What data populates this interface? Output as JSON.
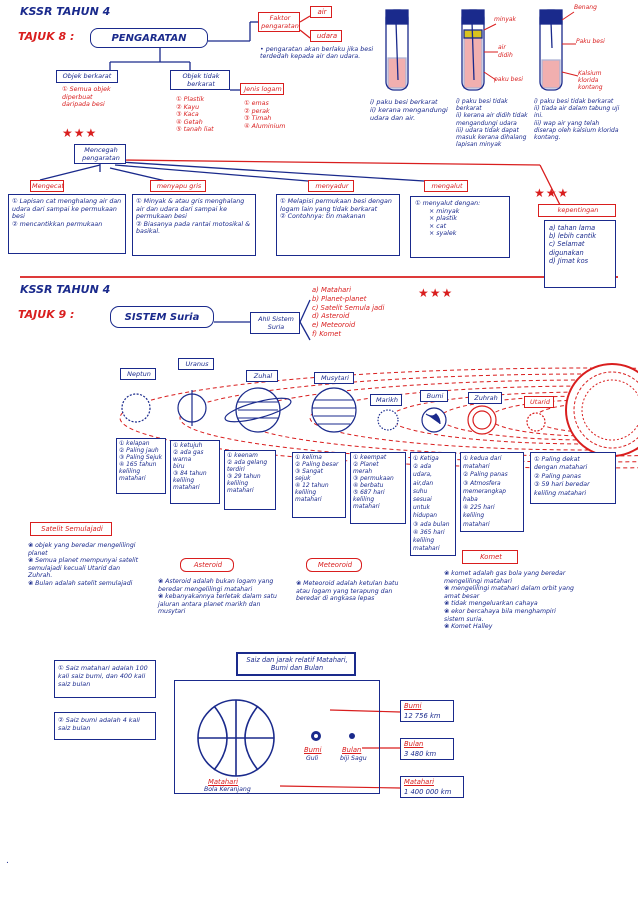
{
  "colors": {
    "ink_blue": "#1a2a8c",
    "ink_red": "#d91e1e",
    "ink_yellow": "#d9c31e",
    "paper": "#ffffff"
  },
  "s1": {
    "header": "KSSR TAHUN 4",
    "tajuk_label": "TAJUK 8 :",
    "topic": "PENGARATAN",
    "faktor": "Faktor pengaratan",
    "air": "air",
    "udara": "udara",
    "faktor_note": "• pengaratan akan berlaku jika besi terdedah kepada air dan udara.",
    "tubes": [
      {
        "tags": [],
        "caption": "i) paku besi berkarat\nii) kerana mengandungi udara dan air."
      },
      {
        "tags": [
          "minyak",
          "air",
          "didih",
          "paku besi"
        ],
        "caption": "i) paku besi tidak berkarat\nii) kerana air didih tidak mengandungi udara\niii) udara tidak dapat masuk kerana dihalang lapisan minyak"
      },
      {
        "tags": [
          "Benang",
          "Paku besi",
          "Kalsium klorida kontang"
        ],
        "caption": "i) paku besi tidak berkarat\nii) tiada air dalam tabung uji ini.\niii) wap air yang telah diserap oleh kalsium klorida kontang."
      }
    ],
    "objek_berkarat": "Objek berkarat",
    "objek_berkarat_items": [
      "① Semua objek",
      "diperbuat",
      "daripada besi"
    ],
    "objek_tidak": "Objek tidak berkarat",
    "objek_tidak_items": [
      "① Plastik",
      "② Kayu",
      "③ Kaca",
      "④ Getah",
      "⑤ tanah liat"
    ],
    "jenis_logam": "Jenis logam",
    "logam_items": [
      "① emas",
      "② perak",
      "③ Timah",
      "④ Aluminium"
    ],
    "mencegah": "Mencegah pengaratan",
    "methods": [
      {
        "title": "Mengecat",
        "items": [
          "① Lapisan cat menghalang air dan udara dari sampai ke permukaan besi",
          "② mencantikkan permukaan"
        ]
      },
      {
        "title": "menyapu gris",
        "items": [
          "① Minyak & atau gris menghalang air dan udara dari sampai ke permukaan besi",
          "② Biasanya pada rantai motosikal & basikal."
        ]
      },
      {
        "title": "menyadur",
        "items": [
          "① Melapisi permukaan besi dengan logam lain yang tidak berkarat",
          "② Contohnya: tin makanan"
        ]
      },
      {
        "title": "mengalut",
        "items": [
          "① menyalut dengan:",
          "× minyak",
          "× plastik",
          "× cat",
          "× syalek"
        ]
      }
    ],
    "kepentingan": "kepentingan",
    "kepentingan_items": [
      "a) tahan lama",
      "b) lebih cantik",
      "c) Selamat digunakan",
      "d) Jimat kos"
    ],
    "stars": "★★★"
  },
  "s2": {
    "header": "KSSR TAHUN 4",
    "tajuk_label": "TAJUK 9 :",
    "topic": "SISTEM Suria",
    "ahli": "Ahli Sistem Suria",
    "ahli_items": [
      "a) Matahari",
      "b) Planet-planet",
      "c) Satelit Semula jadi",
      "d) Asteroid",
      "e) Meteoroid",
      "f) Komet"
    ],
    "planets": [
      {
        "name": "Neptun",
        "facts": [
          "① kelapan",
          "② Paling jauh",
          "③ Paling Sejuk",
          "④ 165 tahun",
          "keliling",
          "matahari"
        ]
      },
      {
        "name": "Uranus",
        "facts": [
          "① ketujuh",
          "② ada gas",
          "warna",
          "biru",
          "③ 84 tahun",
          "keliling",
          "matahari"
        ]
      },
      {
        "name": "Zuhal",
        "facts": [
          "① keenam",
          "② ada gelang",
          "terdiri",
          "③ 29 tahun",
          "keliling",
          "matahari"
        ]
      },
      {
        "name": "Musytari",
        "facts": [
          "① kelima",
          "② Paling besar",
          "③ Sangat",
          "sejuk",
          "④ 12 tahun",
          "keliling",
          "matahari"
        ]
      },
      {
        "name": "Marikh",
        "facts": [
          "① keempat",
          "② Planet",
          "merah",
          "③ permukaan",
          "④ berbatu",
          "⑤ 687 hari",
          "keliling",
          "matahari"
        ]
      },
      {
        "name": "Bumi",
        "facts": [
          "① Ketiga",
          "② ada",
          "udara,",
          "air,dan",
          "suhu",
          "sesuai",
          "untuk",
          "hidupan",
          "③ ada bulan",
          "④ 365 hari",
          "keliling",
          "matahari"
        ]
      },
      {
        "name": "Zuhrah",
        "facts": [
          "① kedua dari",
          "matahari",
          "② Paling panas",
          "③ Atmosfera",
          "memerangkap",
          "haba",
          "④ 225 hari",
          "keliling",
          "matahari"
        ]
      },
      {
        "name": "Utarid",
        "facts": [
          "① Paling dekat",
          "dengan matahari",
          "② Paling panas",
          "③ 59 hari beredar",
          "keliling matahari"
        ]
      }
    ],
    "satelit": {
      "title": "Satelit Semulajadi",
      "items": [
        "❀ objek yang beredar mengelilingi planet",
        "❀ Semua planet mempunyai satelit semulajadi kecuali Utarid dan Zuhrah.",
        "❀ Bulan adalah satelit semulajadi"
      ]
    },
    "asteroid": {
      "title": "Asteroid",
      "items": [
        "❀ Asteroid adalah bukan logam yang beredar mengelilingi matahari",
        "❀ kebanyakannya terletak dalam satu jaluran antara planet marikh dan musytari"
      ]
    },
    "meteoroid": {
      "title": "Meteoroid",
      "items": [
        "❀ Meteoroid adalah ketulan batu atau logam yang terapung dan beredar di angkasa lepas"
      ]
    },
    "komet": {
      "title": "Komet",
      "items": [
        "❀ komet adalah gas bola yang beredar mengelilingi matahari",
        "❀ mengelilingi matahari dalam orbit yang amat besar",
        "❀ tidak mengeluarkan cahaya",
        "❀ ekor bercahaya bila menghampiri sistem suria.",
        "❀ Komet Halley"
      ]
    },
    "saiz_title": "Saiz dan jarak relatif Matahari, Bumi dan Bulan",
    "saiz_notes": [
      "① Saiz matahari adalah 100 kali saiz bumi, dan 400 kali saiz bulan",
      "② Saiz bumi adalah 4 kali saiz bulan"
    ],
    "saiz_objects": [
      {
        "name": "Matahari",
        "analogy": "Bola Keranjang"
      },
      {
        "name": "Bumi",
        "analogy": "Guli"
      },
      {
        "name": "Bulan",
        "analogy": "biji Sagu"
      }
    ],
    "distances": [
      {
        "name": "Bumi",
        "value": "12 756 km"
      },
      {
        "name": "Bulan",
        "value": "3 480 km"
      },
      {
        "name": "Matahari",
        "value": "1 400 000 km"
      }
    ],
    "stars": "★★★",
    "dot": "."
  }
}
